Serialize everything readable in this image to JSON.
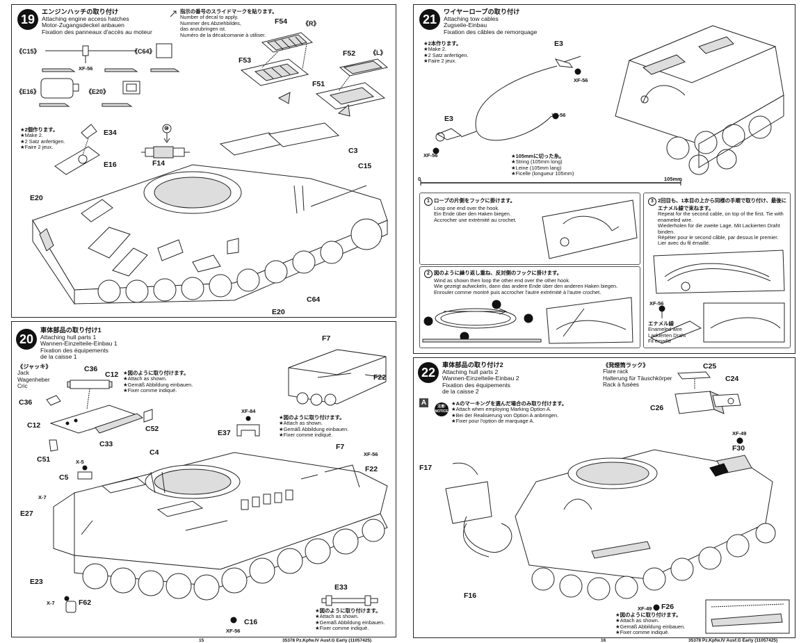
{
  "step19": {
    "number": "19",
    "title": [
      "エンジンハッチの取り付け",
      "Attaching engine access hatches",
      "Motor-Zugangsdeckel anbauen",
      "Fixation des panneaux d'accès au moteur"
    ],
    "decal_note": [
      "指示の番号のスライドマークを貼ります。",
      "Number of decal to apply.",
      "Nummer des Abziehbildes,",
      "das anzubringen ist.",
      "Numéro de la décalcomanie à utiliser."
    ],
    "make2": [
      "★2個作ります。",
      "★Make 2.",
      "★2 Satz anfertigen.",
      "★Faire 2 jeux."
    ],
    "decal_num": "⑩",
    "paint": "XF-56",
    "labels": {
      "c15_ref": "《C15》",
      "c64_ref": "《C64》",
      "e16_ref": "《E16》",
      "e20_ref": "《E20》",
      "r": "《R》",
      "l": "《L》",
      "f54": "F54",
      "f53": "F53",
      "f52": "F52",
      "f51": "F51",
      "e34": "E34",
      "e16": "E16",
      "f14": "F14",
      "c3": "C3",
      "c15": "C15",
      "e20": "E20",
      "c64": "C64",
      "e20b": "E20"
    }
  },
  "step20": {
    "number": "20",
    "title": [
      "車体部品の取り付け1",
      "Attaching hull parts 1",
      "Wannen-Einzelteile-Einbau 1",
      "Fixation des équipements",
      "de la caisse 1"
    ],
    "jack": [
      "《ジャッキ》",
      "Jack",
      "Wagenheber",
      "Cric"
    ],
    "attach_note1": [
      "★図のように取り付けます。",
      "★Attach as shown.",
      "★Gemäß Abbildung einbauen.",
      "★Fixer comme indiqué."
    ],
    "attach_note2": [
      "★図のように取り付けます。",
      "★Attach as shown.",
      "★Gemäß Abbildung einbauen.",
      "★Fixer comme indiqué."
    ],
    "attach_note3": [
      "★図のように取り付けます。",
      "★Attach as shown.",
      "★Gemäß Abbildung einbauen.",
      "★Fixer comme indiqué."
    ],
    "labels": {
      "c36": "C36",
      "c12": "C12",
      "c36b": "C36",
      "c12b": "C12",
      "c52": "C52",
      "c33": "C33",
      "c51": "C51",
      "x5": "X-5",
      "c5": "C5",
      "x7a": "X-7",
      "e27": "E27",
      "e23": "E23",
      "x7b": "X-7",
      "f62": "F62",
      "c4": "C4",
      "xf84": "XF-84",
      "e37": "E37",
      "f7a": "F7",
      "f22a": "F22",
      "f7b": "F7",
      "xf56a": "XF-56",
      "f22b": "F22",
      "e33": "E33",
      "c16": "C16",
      "xf56b": "XF-56"
    }
  },
  "step21": {
    "number": "21",
    "title": [
      "ワイヤーロープの取り付け",
      "Attaching tow cables",
      "Zugseile-Einbau",
      "Fixation des câbles de remorquage"
    ],
    "make2": [
      "★2本作ります。",
      "★Make 2.",
      "★2 Satz anfertigen.",
      "★Faire 2 jeux."
    ],
    "string": [
      "★105mmに切った糸。",
      "★String (105mm long)",
      "★Leine (105mm lang)",
      "★Ficelle (longueur 105mm)"
    ],
    "scale_start": "0",
    "scale_end": "105mm",
    "labels": {
      "e3a": "E3",
      "xf56a": "XF-56",
      "e3b": "E3",
      "xf56b": "XF-56",
      "xf56c": "XF-56"
    },
    "sub1": {
      "num": "1",
      "text": [
        "ロープの片側をフックに掛けます。",
        "Loop one end over the hook.",
        "Ein Ende über den Haken biegen.",
        "Accrocher une extrémité au crochet."
      ]
    },
    "sub2": {
      "num": "2",
      "text": [
        "図のように繰り返し重ね、反対側のフックに掛けます。",
        "Wind as shown then loop the other end over the other hook.",
        "Wie gezeigt aufwickeln, dann das andere Ende über den anderen Haken biegen.",
        "Enrouler comme montré puis accrocher l'autre extrémité à l'autre crochet."
      ]
    },
    "sub3": {
      "num": "3",
      "text": [
        "2回目も、1本目の上から同様の手順で取り付け、最後に",
        "エナメル線で束ねます。",
        "Repeat for the second cable, on top of the first. Tie with",
        "enameled wire.",
        "Wiederholen für die zweite Lage. Mit Lackierten Draht",
        "binden.",
        "Répéter pour le second câble, par dessus le premier.",
        "Lier avec du fil émaillé."
      ]
    },
    "wire": {
      "paint": "XF-56",
      "text": [
        "エナメル線",
        "Enameled wire",
        "Lackierten Draht",
        "Fil émaillé"
      ]
    }
  },
  "step22": {
    "number": "22",
    "title": [
      "車体部品の取り付け2",
      "Attaching hull parts 2",
      "Wannen-Einzelteile-Einbau 2",
      "Fixation des équipements",
      "de la caisse 2"
    ],
    "flare": [
      "《発煙筒ラック》",
      "Flare rack",
      "Halterung für Täuschkörper",
      "Rack à fusées"
    ],
    "marking": "A",
    "notice": [
      "注意!",
      "NOTICE"
    ],
    "marking_note": [
      "★Aのマーキングを選んだ場合のみ取り付けます。",
      "★Attach when employing Marking Option A.",
      "★Bei der Realisierung von Option A anbringen.",
      "★Fixer pour l'option de marquage A."
    ],
    "attach_note": [
      "★図のように取り付けます。",
      "★Attach as shown.",
      "★Gemäß Abbildung einbauen.",
      "★Fixer comme indiqué."
    ],
    "labels": {
      "c25": "C25",
      "c24": "C24",
      "c26": "C26",
      "xf49a": "XF-49",
      "f30": "F30",
      "f17": "F17",
      "f16": "F16",
      "xf49b": "XF-49",
      "f26": "F26"
    }
  },
  "footer": {
    "left_page": "15",
    "left_title": "35378 Pz.Kpfw.IV Ausf.G Early (11057425)",
    "right_page": "16",
    "right_title": "35378 Pz.Kpfw.IV Ausf.G Early (11057425)"
  }
}
